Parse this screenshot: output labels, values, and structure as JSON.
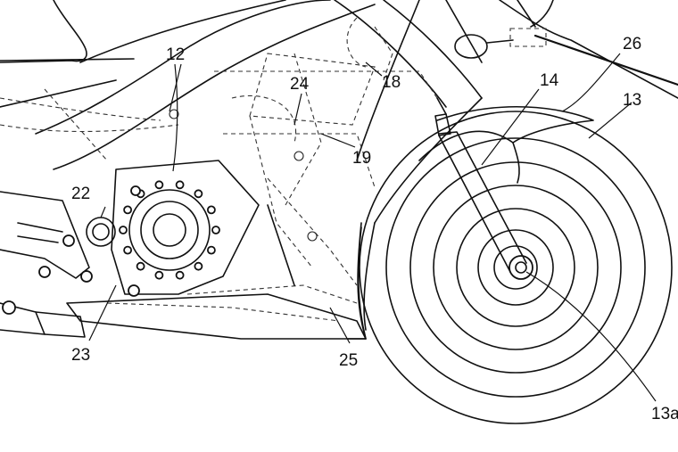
{
  "figure": {
    "labels": [
      {
        "id": "12",
        "text": "12"
      },
      {
        "id": "13",
        "text": "13"
      },
      {
        "id": "13a",
        "text": "13a"
      },
      {
        "id": "14",
        "text": "14"
      },
      {
        "id": "18",
        "text": "18"
      },
      {
        "id": "19",
        "text": "19"
      },
      {
        "id": "22",
        "text": "22"
      },
      {
        "id": "23",
        "text": "23"
      },
      {
        "id": "24",
        "text": "24"
      },
      {
        "id": "25",
        "text": "25"
      },
      {
        "id": "26",
        "text": "26"
      }
    ]
  }
}
